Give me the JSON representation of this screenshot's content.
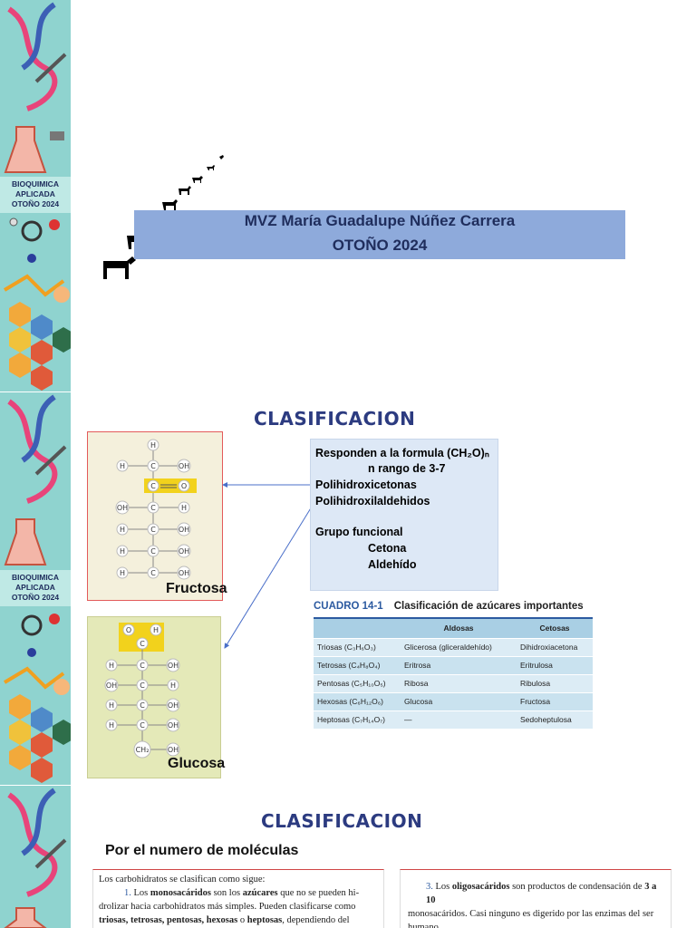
{
  "sidebar_label": [
    "BIOQUIMICA",
    "APLICADA",
    "OTOÑO 2024"
  ],
  "colors": {
    "strip": "#8fd3cf",
    "title_band": "#8eaadb",
    "heading": "#2c3b80",
    "accent_blue": "#2c5aa0"
  },
  "slide1": {
    "name": "MVZ María Guadalupe Núñez Carrera",
    "season": "OTOÑO 2024"
  },
  "slide2": {
    "heading": "CLASIFICACION",
    "fructose_label": "Fructosa",
    "glucose_label": "Glucosa",
    "info": {
      "line1": "Responden a la formula (CH₂O)ₙ",
      "line2": "n rango de 3-7",
      "line3": "Polihidroxicetonas",
      "line4": "Polihidroxilaldehidos",
      "line5": "Grupo funcional",
      "line6": "Cetona",
      "line7": "Aldehído"
    },
    "cuadro": {
      "number": "CUADRO 14-1",
      "title": "Clasificación de azúcares importantes",
      "headers": [
        "",
        "Aldosas",
        "Cetosas"
      ],
      "rows": [
        [
          "Triosas (C₃H₆O₃)",
          "Glicerosa (gliceraldehído)",
          "Dihidroxiacetona"
        ],
        [
          "Tetrosas (C₄H₈O₄)",
          "Eritrosa",
          "Eritrulosa"
        ],
        [
          "Pentosas (C₅H₁₀O₅)",
          "Ribosa",
          "Ribulosa"
        ],
        [
          "Hexosas (C₆H₁₂O₆)",
          "Glucosa",
          "Fructosa"
        ],
        [
          "Heptosas (C₇H₁₄O₇)",
          "—",
          "Sedoheptulosa"
        ]
      ]
    }
  },
  "slide3": {
    "heading": "CLASIFICACION",
    "subheading": "Por el numero de moléculas",
    "left_intro": "Los carbohidratos se clasifican como sigue:",
    "left_num": "1.",
    "left_a": "Los",
    "left_b": "monosacáridos",
    "left_c": "son los",
    "left_d": "azúcares",
    "left_e": "que no se pueden hi-",
    "left_line2": "drolizar hacia carbohidratos más simples. Pueden clasificarse como",
    "left_line3_a": "triosas, tetrosas, pentosas, hexosas",
    "left_line3_b": "o",
    "left_line3_c": "heptosas",
    "left_line3_d": ", dependiendo del",
    "right_num": "3.",
    "right_a": "Los",
    "right_b": "oligosacáridos",
    "right_c": "son productos de condensación de",
    "right_d": "3 a 10",
    "right_line2": "monosacáridos. Casi ninguno es digerido por las enzimas del ser",
    "right_line3": "humano."
  }
}
